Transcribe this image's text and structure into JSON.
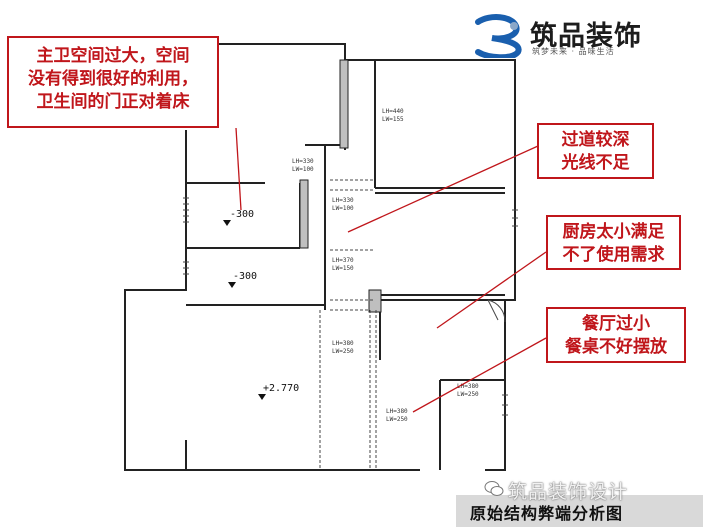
{
  "logo": {
    "title": "筑品装饰",
    "slogan": "筑梦未来 · 品味生活",
    "accent_color": "#1a5fae"
  },
  "callouts": [
    {
      "lines": [
        "主卫空间过大，空间",
        "没有得到很好的利用，",
        "卫生间的门正对着床"
      ]
    },
    {
      "lines": [
        "过道较深",
        "光线不足"
      ]
    },
    {
      "lines": [
        "厨房太小满足",
        "不了使用需求"
      ]
    },
    {
      "lines": [
        "餐厅过小",
        "餐桌不好摆放"
      ]
    }
  ],
  "plan": {
    "levels": [
      "-300",
      "-300",
      "+2.770"
    ],
    "openings": [
      {
        "lh": "LH=440",
        "lw": "LW=155"
      },
      {
        "lh": "LH=330",
        "lw": "LW=100"
      },
      {
        "lh": "LH=330",
        "lw": "LW=100"
      },
      {
        "lh": "LH=370",
        "lw": "LW=150"
      },
      {
        "lh": "LH=380",
        "lw": "LW=250"
      },
      {
        "lh": "LH=380",
        "lw": "LW=250"
      },
      {
        "lh": "LH=380",
        "lw": "LW=250"
      }
    ]
  },
  "watermark": "筑品装饰设计",
  "footer": "原始结构弊端分析图",
  "colors": {
    "callout": "#c0161b",
    "wall": "#222222",
    "footer_bg": "#d9d9d9"
  }
}
